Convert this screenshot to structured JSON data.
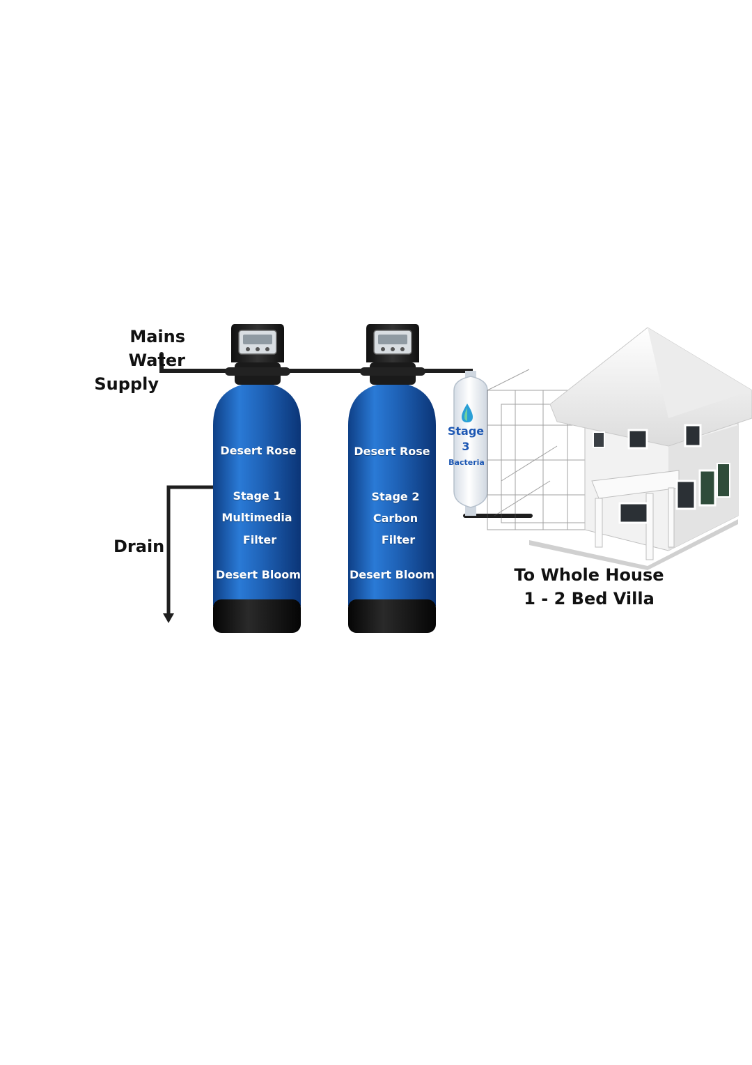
{
  "labels": {
    "mains_line1": "Mains Water",
    "mains_line2": "Supply",
    "drain": "Drain",
    "house_line1": "To Whole House",
    "house_line2": "1 - 2 Bed Villa"
  },
  "tank1": {
    "brand_top": "Desert Rose",
    "stage": "Stage 1",
    "type": "Multimedia",
    "filter": "Filter",
    "brand_bottom": "Desert Bloom"
  },
  "tank2": {
    "brand_top": "Desert Rose",
    "stage": "Stage 2",
    "type": "Carbon",
    "filter": "Filter",
    "brand_bottom": "Desert Bloom"
  },
  "stage3": {
    "stage": "Stage",
    "number": "3",
    "type": "Bacteria",
    "icon": "water-drop-icon"
  },
  "colors": {
    "tank_blue": "#1f63b8",
    "tank_base": "#121212",
    "valve_head": "#1b1b1b",
    "stage3_text": "#1c57b3",
    "pipe": "#1e1e1e"
  }
}
